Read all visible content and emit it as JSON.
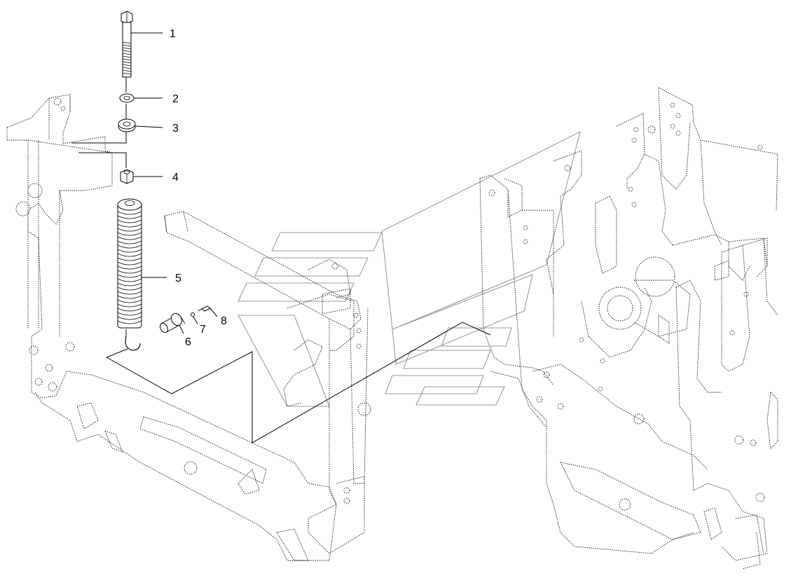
{
  "diagram": {
    "callouts": [
      {
        "num": "1",
        "part": "bolt"
      },
      {
        "num": "2",
        "part": "washer"
      },
      {
        "num": "3",
        "part": "thick-washer"
      },
      {
        "num": "4",
        "part": "nut"
      },
      {
        "num": "5",
        "part": "tension-spring"
      },
      {
        "num": "6",
        "part": "pin"
      },
      {
        "num": "7",
        "part": "small-washer"
      },
      {
        "num": "8",
        "part": "screw"
      }
    ]
  }
}
